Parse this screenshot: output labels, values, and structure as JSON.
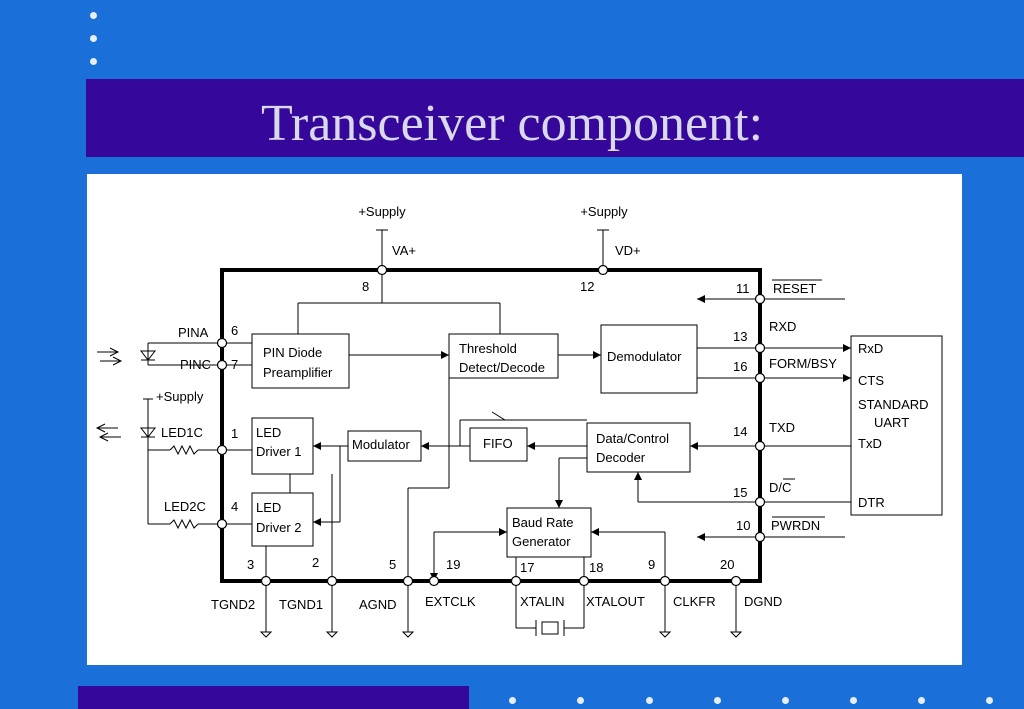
{
  "slide": {
    "title": "Transceiver component:",
    "colors": {
      "background": "#1a6fd8",
      "title_bar": "#35079a",
      "title_text": "#d9d9ea",
      "panel": "#ffffff"
    }
  },
  "diagram": {
    "supply_va": "+Supply",
    "supply_vd": "+Supply",
    "supply_led": "+Supply",
    "pins": {
      "va": "VA+",
      "vd": "VD+",
      "p8": "8",
      "p12": "12",
      "p11": "11",
      "p13": "13",
      "p16": "16",
      "p14": "14",
      "p15": "15",
      "p10": "10",
      "p6": "6",
      "p7": "7",
      "p1": "1",
      "p4": "4",
      "p3": "3",
      "p2": "2",
      "p5": "5",
      "p19": "19",
      "p17": "17",
      "p18": "18",
      "p9": "9",
      "p20": "20"
    },
    "signals": {
      "reset": "RESET",
      "rxd": "RXD",
      "form_bsy": "FORM/BSY",
      "txd": "TXD",
      "d_c": "D/C",
      "pwrdn": "PWRDN",
      "pina": "PINA",
      "pinc": "PINC",
      "led1c": "LED1C",
      "led2c": "LED2C",
      "tgnd2": "TGND2",
      "tgnd1": "TGND1",
      "agnd": "AGND",
      "extclk": "EXTCLK",
      "xtalin": "XTALIN",
      "xtalout": "XTALOUT",
      "clkfr": "CLKFR",
      "dgnd": "DGND"
    },
    "blocks": {
      "pin_diode": [
        "PIN Diode",
        "Preamplifier"
      ],
      "threshold": [
        "Threshold",
        "Detect/Decode"
      ],
      "demodulator": "Demodulator",
      "led_driver1": [
        "LED",
        "Driver 1"
      ],
      "led_driver2": [
        "LED",
        "Driver 2"
      ],
      "modulator": "Modulator",
      "fifo": "FIFO",
      "data_control": [
        "Data/Control",
        "Decoder"
      ],
      "baud_rate": [
        "Baud Rate",
        "Generator"
      ]
    },
    "uart": {
      "rxd": "RxD",
      "cts": "CTS",
      "name1": "STANDARD",
      "name2": "UART",
      "txd": "TxD",
      "dtr": "DTR"
    }
  }
}
